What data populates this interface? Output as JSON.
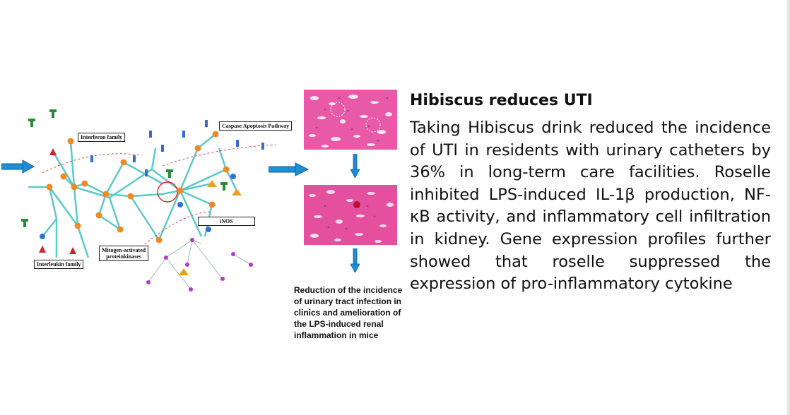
{
  "network": {
    "boxes": {
      "interferon": "Interferon family",
      "caspase": "Caspase Apoptosis Pathway",
      "inos": "iNOS",
      "mapk_line1": "Mitogen-activated",
      "mapk_line2": "proteinkinases",
      "interleukin": "Interleukin family"
    }
  },
  "figure": {
    "caption": "Reduction of the incidence of urinary tract infection in clinics and amelioration of the LPS-induced renal inflammation in mice"
  },
  "article": {
    "title": "Hibiscus reduces UTI",
    "body": "Taking Hibiscus drink reduced the incidence of UTI in residents with urinary catheters by 36% in long-term care facilities. Roselle inhibited LPS-induced IL-1β production, NF-κB activity, and inflammatory cell infiltration in kidney. Gene expression profiles further showed that roselle suppressed the expression of pro-inflammatory cytokine"
  },
  "colors": {
    "arrow": "#1e8fd6",
    "edge": "#5cc8c8",
    "node_orange": "#f08a24",
    "tissue": "#e85aa8"
  }
}
